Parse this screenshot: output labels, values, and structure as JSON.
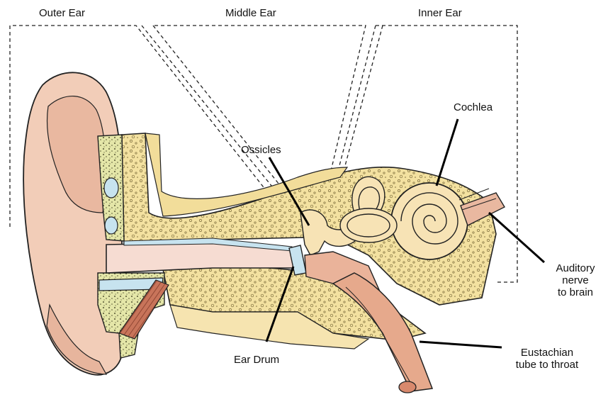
{
  "sections": {
    "outer": "Outer Ear",
    "middle": "Middle Ear",
    "inner": "Inner Ear"
  },
  "parts": {
    "ossicles": "Ossicles",
    "cochlea": "Cochlea",
    "ear_drum": "Ear Drum",
    "auditory_nerve": [
      "Auditory",
      "nerve",
      "to brain"
    ],
    "eustachian_tube": [
      "Eustachian",
      "tube to throat"
    ]
  },
  "colors": {
    "skin": "#f2cdb8",
    "skin_dark": "#e6a98c",
    "canal": "#f6dcd2",
    "bone": "#f5e4a6",
    "bone_dark": "#e8cf7e",
    "cartilage": "#dfe3a4",
    "fluid": "#c7e3ef",
    "cochlea": "#f7e3b5",
    "muscle": "#c06a52",
    "outline": "#222222"
  }
}
